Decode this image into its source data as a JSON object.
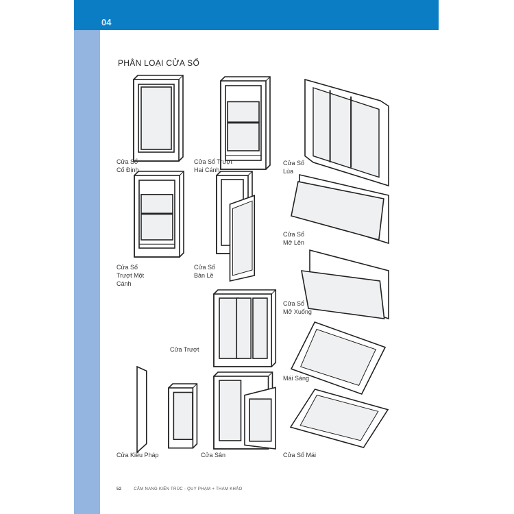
{
  "header": {
    "chapter": "04"
  },
  "title": "PHÂN LOẠI CỬA SỔ",
  "items": [
    {
      "label": "Cửa Sổ\nCố Định",
      "type": "fixed"
    },
    {
      "label": "Cửa Sổ Trượt\nHai Cánh",
      "type": "double-hung"
    },
    {
      "label": "Cửa Sổ\nLùa",
      "type": "sliding"
    },
    {
      "label": "Cửa Sổ\nTrượt Một\nCánh",
      "type": "single-hung"
    },
    {
      "label": "Cửa Sổ\nBản Lề",
      "type": "casement"
    },
    {
      "label": "Cửa Sổ\nMở Lên",
      "type": "awning"
    },
    {
      "label": "Cửa Sổ\nMở Xuống",
      "type": "hopper"
    },
    {
      "label": "Cửa Trượt",
      "type": "sliding-door"
    },
    {
      "label": "Mái Sáng",
      "type": "skylight"
    },
    {
      "label": "Cửa Kiểu Pháp",
      "type": "french-door"
    },
    {
      "label": "Cửa Sân",
      "type": "patio-door"
    },
    {
      "label": "Cửa Sổ Mái",
      "type": "roof-window"
    }
  ],
  "footer": {
    "page": "52",
    "book": "CẨM NANG KIẾN TRÚC - QUY PHẠM + THAM KHẢO"
  }
}
